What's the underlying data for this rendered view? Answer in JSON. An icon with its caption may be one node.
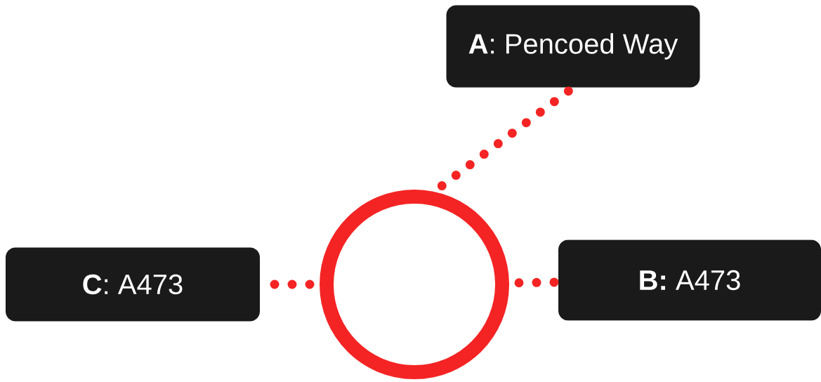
{
  "diagram": {
    "nodes": [
      {
        "text": [
          "**A**: Pencoed Way"
        ]
      },
      {
        "text": [
          "**B:** A473"
        ]
      },
      {
        "text": [
          "**C**: A473"
        ]
      },
      {
        "text": [],
        "shape": "circle"
      }
    ],
    "edges": [
      {
        "from": 3,
        "to": 0,
        "arrow": "none"
      },
      {
        "from": 3,
        "to": 1,
        "arrow": "none"
      },
      {
        "from": 3,
        "to": 2,
        "arrow": "none"
      }
    ]
  }
}
